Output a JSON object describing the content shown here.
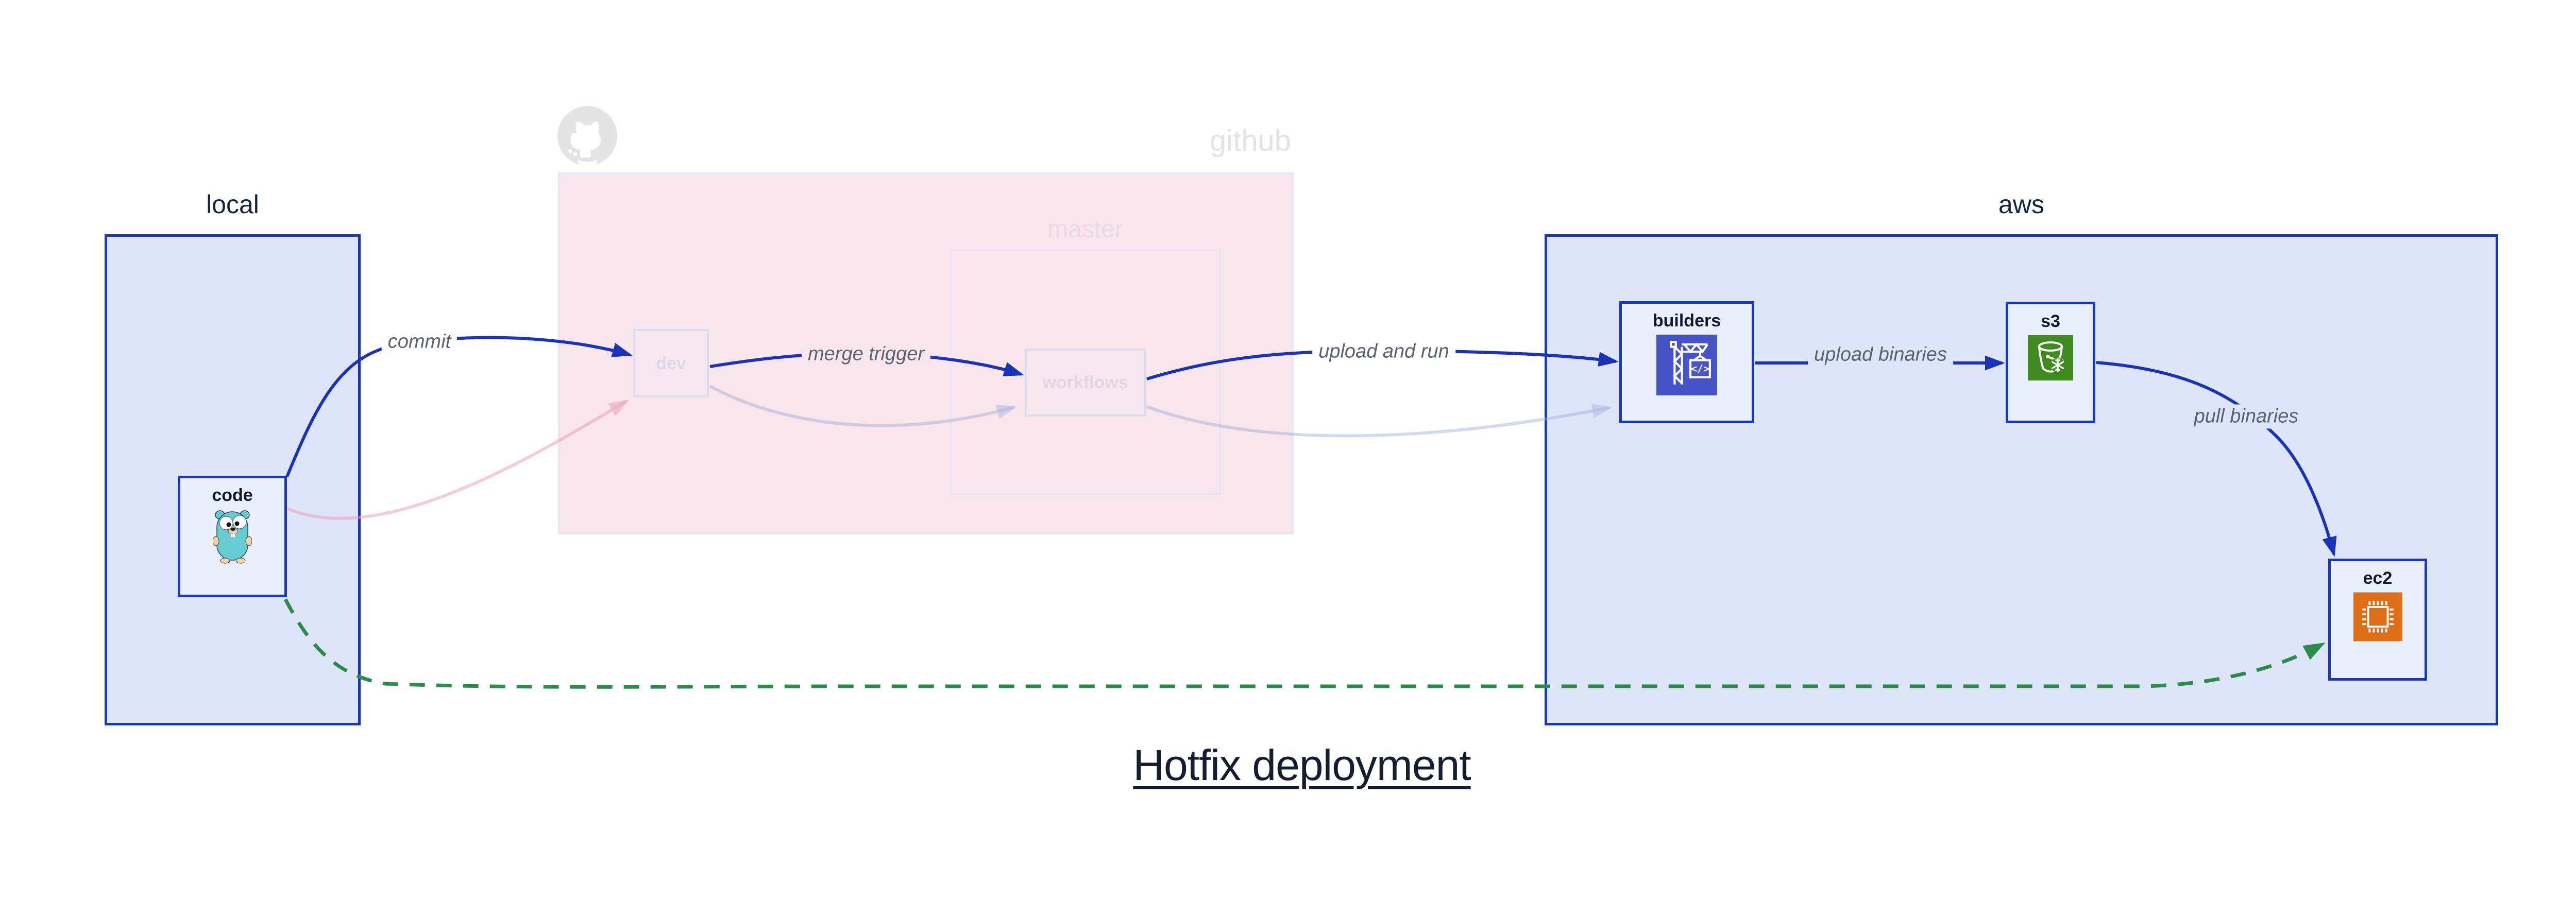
{
  "title": "Hotfix deployment",
  "groups": {
    "local": {
      "label": "local"
    },
    "github": {
      "label": "github",
      "master": {
        "label": "master"
      }
    },
    "aws": {
      "label": "aws"
    }
  },
  "nodes": {
    "code": {
      "label": "code",
      "icon": "go-gopher-icon"
    },
    "dev": {
      "label": "dev"
    },
    "workflows": {
      "label": "workflows"
    },
    "builders": {
      "label": "builders",
      "icon": "codebuild-crane-icon"
    },
    "s3": {
      "label": "s3",
      "icon": "s3-glacier-bucket-icon"
    },
    "ec2": {
      "label": "ec2",
      "icon": "ec2-chip-icon"
    }
  },
  "edges": {
    "commit": {
      "label": "commit",
      "style": "solid-blue"
    },
    "merge_trigger": {
      "label": "merge trigger",
      "style": "solid-blue"
    },
    "upload_and_run": {
      "label": "upload and run",
      "style": "solid-blue"
    },
    "upload_binaries": {
      "label": "upload binaries",
      "style": "solid-blue"
    },
    "pull_binaries": {
      "label": "pull binaries",
      "style": "solid-blue"
    },
    "hotfix_direct_path": {
      "label": "",
      "style": "dashed-green"
    },
    "faded_code_to_dev": {
      "label": "",
      "style": "faded-pink"
    },
    "faded_dev_to_workflows": {
      "label": "",
      "style": "faded-lavender"
    },
    "faded_workflows_to_builders": {
      "label": "",
      "style": "faded-lavender"
    }
  },
  "icons": {
    "github_logo": "octocat-icon",
    "codebuild_glyph": "</>"
  },
  "colors": {
    "arrow_blue": "#1a34b5",
    "border_blue": "#1a37b8",
    "hotfix_green": "#2a8b4b",
    "group_blue_bg": "#dfe5f8",
    "node_bg": "#eaeffc",
    "github_pink_bg": "#f9e5ec",
    "codebuild_indigo": "#4754c7",
    "s3_green": "#3f8b20",
    "ec2_orange": "#dd6e17",
    "edge_label_gray": "#5a6272",
    "faded_gray": "#e3e3e3"
  }
}
